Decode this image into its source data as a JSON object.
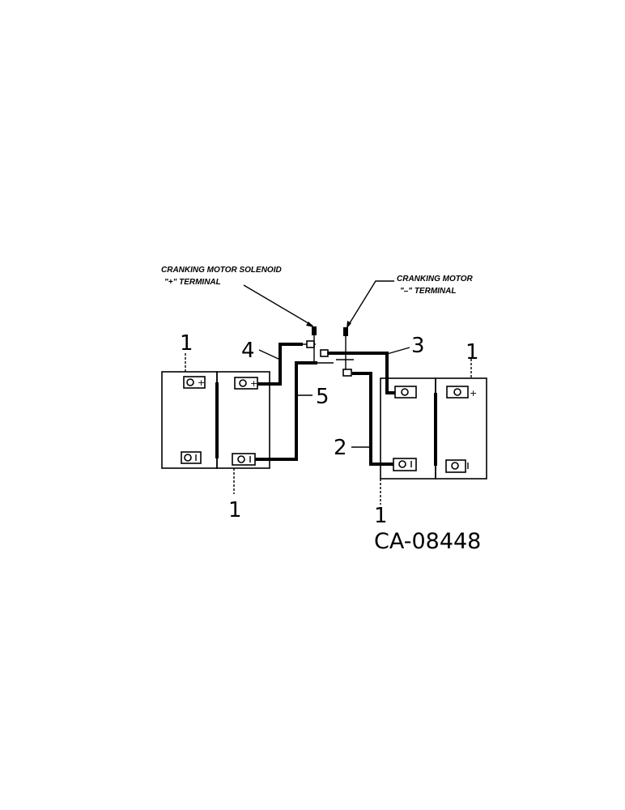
{
  "labels": {
    "solenoid_line1": "CRANKING MOTOR SOLENOID",
    "solenoid_line2": "\"+\" TERMINAL",
    "motor_line1": "CRANKING MOTOR",
    "motor_line2": "\"–\" TERMINAL"
  },
  "callouts": {
    "battery_top_left": "1",
    "battery_bottom_left": "1",
    "battery_top_right": "1",
    "battery_bottom_right": "1",
    "cable_2": "2",
    "cable_3": "3",
    "cable_4": "4",
    "cable_5": "5"
  },
  "terminal_signs": {
    "plus": "+",
    "minus": "–"
  },
  "figure_code": "CA-08448"
}
